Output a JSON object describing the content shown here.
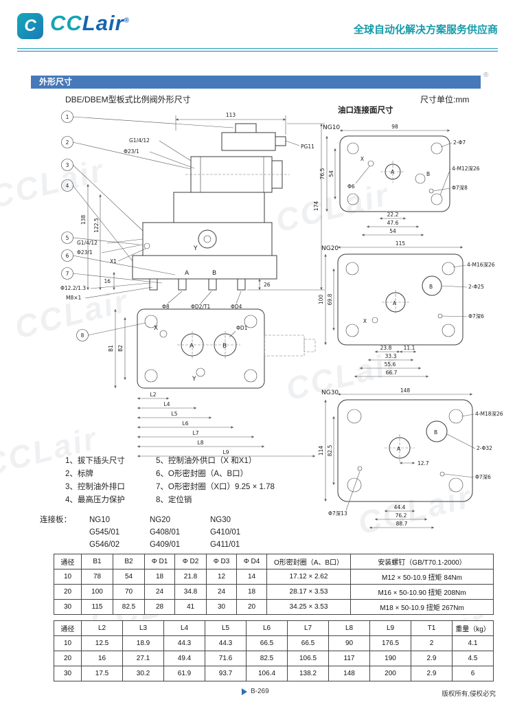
{
  "colors": {
    "brand_teal": "#14a4b4",
    "brand_blue": "#1565af",
    "bar_blue": "#4679b9",
    "accent_teal": "#149aaa"
  },
  "header": {
    "logo_glyph": "C",
    "brand_part1": "CC",
    "brand_part2": "Lair",
    "registered": "®",
    "tagline": "全球自动化解决方案服务供应商"
  },
  "section": {
    "title": "外形尺寸",
    "registered": "®",
    "subtitle": "DBE/DBEM型板式比例阀外形尺寸",
    "unit_label": "尺寸单位:mm"
  },
  "drawing": {
    "balloons": [
      "1",
      "2",
      "3",
      "4",
      "5",
      "6",
      "7",
      "8"
    ],
    "side": {
      "dim_113": "113",
      "dim_174": "174",
      "dim_138": "138",
      "dim_122_5": "122.5",
      "dim_16": "16",
      "dim_26": "26",
      "g14_top": "G1/4/12",
      "phi23_top": "Φ23/1",
      "pg11": "PG11",
      "g14_bot": "G1/4/12",
      "phi23_bot": "Φ23/1",
      "x1": "X1",
      "phi12": "Φ12.2/1.3",
      "m8": "M8×1",
      "port_a": "A",
      "port_b": "B",
      "port_y": "Y",
      "phi8": "Φ8",
      "phid2": "ΦD2/T1",
      "phid4": "ΦD4"
    },
    "bottom": {
      "x": "X",
      "y": "Y",
      "a": "A",
      "b": "B",
      "phid1": "ΦD1",
      "b1": "B1",
      "b2": "B2",
      "l_dims": [
        "L2",
        "L4",
        "L5",
        "L6",
        "L7",
        "L8",
        "L9"
      ]
    },
    "ports": {
      "title": "油口连接面尺寸",
      "ng10": {
        "name": "NG10",
        "w": "98",
        "h": "76.5",
        "h2": "54",
        "x_label": "X",
        "a": "A",
        "b": "B",
        "phi6": "Φ6",
        "c1": "2-Φ7",
        "c2": "4-M12深26",
        "c3": "Φ7深8",
        "d1": "22.2",
        "d2": "47.6",
        "d3": "54"
      },
      "ng20": {
        "name": "NG20",
        "w": "115",
        "h": "100",
        "h2": "69.8",
        "a": "A",
        "b": "B",
        "x_label": "X",
        "c1": "4-M16深26",
        "c2": "2-Φ25",
        "c3": "Φ7深6",
        "d1": "23.8",
        "d2": "11.1",
        "d3": "33.3",
        "d4": "55.6",
        "d5": "66.7"
      },
      "ng30": {
        "name": "NG30",
        "w": "148",
        "h": "114",
        "h2": "82.5",
        "a": "A",
        "b": "B",
        "c1": "4-M18深26",
        "c2": "2-Φ32",
        "c3": "Φ7深13",
        "c4": "Φ7深6",
        "d0": "12.7",
        "d1": "44.4",
        "d2": "76.2",
        "d3": "88.7"
      }
    }
  },
  "notes": {
    "left": [
      "1、拔下插头尺寸",
      "2、标牌",
      "3、控制油外排口",
      "4、最高压力保护"
    ],
    "right": [
      "5、控制油外供口（X 和X1）",
      "6、O形密封圈（A、B口）",
      "7、O形密封圈（X口）9.25 × 1.78",
      "8、定位销"
    ]
  },
  "plates": {
    "label": "连接板：",
    "columns": [
      {
        "size": "NG10",
        "models": [
          "G545/01",
          "G546/02"
        ]
      },
      {
        "size": "NG20",
        "models": [
          "G408/01",
          "G409/01"
        ]
      },
      {
        "size": "NG30",
        "models": [
          "G410/01",
          "G411/01"
        ]
      }
    ]
  },
  "table1": {
    "headers": [
      "通径",
      "B1",
      "B2",
      "Φ D1",
      "Φ D2",
      "Φ D3",
      "Φ D4",
      "O形密封圈（A、B口）",
      "安装螺钉（GB/T70.1-2000）"
    ],
    "rows": [
      [
        "10",
        "78",
        "54",
        "18",
        "21.8",
        "12",
        "14",
        "17.12 × 2.62",
        "M12 × 50-10.9 扭矩 84Nm"
      ],
      [
        "20",
        "100",
        "70",
        "24",
        "34.8",
        "24",
        "18",
        "28.17 × 3.53",
        "M16 × 50-10.90 扭矩 208Nm"
      ],
      [
        "30",
        "115",
        "82.5",
        "28",
        "41",
        "30",
        "20",
        "34.25 × 3.53",
        "M18 × 50-10.9 扭矩 267Nm"
      ]
    ]
  },
  "table2": {
    "headers": [
      "通径",
      "L2",
      "L3",
      "L4",
      "L5",
      "L6",
      "L7",
      "L8",
      "L9",
      "T1",
      "重量（kg）"
    ],
    "rows": [
      [
        "10",
        "12.5",
        "18.9",
        "44.3",
        "44.3",
        "66.5",
        "66.5",
        "90",
        "176.5",
        "2",
        "4.1"
      ],
      [
        "20",
        "16",
        "27.1",
        "49.4",
        "71.6",
        "82.5",
        "106.5",
        "117",
        "190",
        "2.9",
        "4.5"
      ],
      [
        "30",
        "17.5",
        "30.2",
        "61.9",
        "93.7",
        "106.4",
        "138.2",
        "148",
        "200",
        "2.9",
        "6"
      ]
    ]
  },
  "footer": {
    "page_marker": "B-269",
    "copyright": "版权所有,侵权必究"
  },
  "watermark": "CCLair"
}
